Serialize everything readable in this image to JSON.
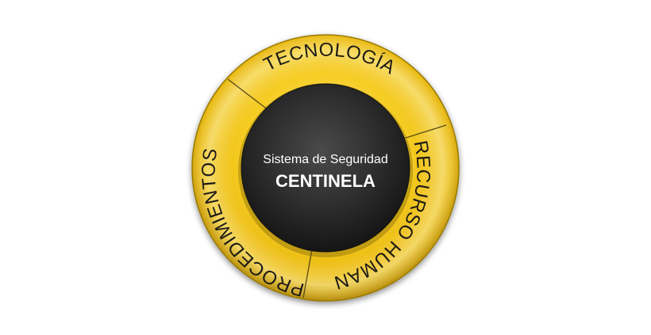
{
  "center": {
    "subtitle": "Sistema de Seguridad",
    "title": "CENTINELA"
  },
  "segments": [
    {
      "label": "TECNOLOGÍA"
    },
    {
      "label": "RECURSO HUMANO"
    },
    {
      "label": "PROCEDIMIENTOS"
    }
  ],
  "colors": {
    "ring": "#f2c318",
    "ring_edge": "#8a6a00",
    "core": "#2b2b2b",
    "divider": "#5a4a14",
    "text": "#1c1a14",
    "center_text": "#ffffff"
  }
}
